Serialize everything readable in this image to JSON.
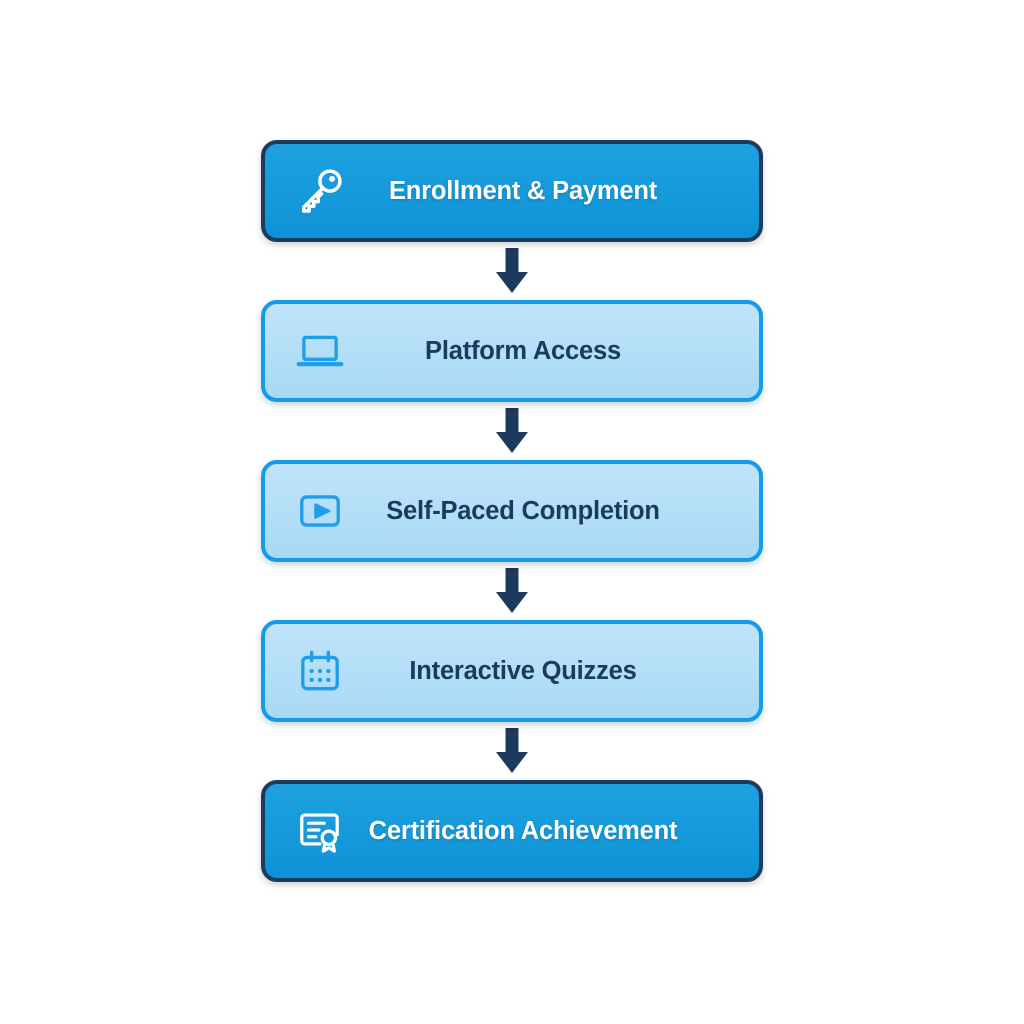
{
  "diagram": {
    "type": "vertical-flowchart",
    "title": "",
    "background_color": "#ffffff",
    "colors": {
      "primary_fill": "#1298da",
      "primary_border": "#1b3a5c",
      "primary_text": "#ffffff",
      "secondary_fill": "#b6ddf8",
      "secondary_border": "#139ae8",
      "secondary_text": "#1b3a5c",
      "arrow": "#1b3a5c"
    },
    "steps": [
      {
        "label": "Enrollment & Payment",
        "icon": "key-icon",
        "style": "primary"
      },
      {
        "label": "Platform Access",
        "icon": "laptop-icon",
        "style": "secondary"
      },
      {
        "label": "Self-Paced Completion",
        "icon": "video-play-icon",
        "style": "secondary"
      },
      {
        "label": "Interactive Quizzes",
        "icon": "calendar-icon",
        "style": "secondary"
      },
      {
        "label": "Certification Achievement",
        "icon": "certificate-icon",
        "style": "primary"
      }
    ],
    "connectors": [
      {
        "name": "arrow-down-1"
      },
      {
        "name": "arrow-down-2"
      },
      {
        "name": "arrow-down-3"
      },
      {
        "name": "arrow-down-4"
      }
    ]
  }
}
